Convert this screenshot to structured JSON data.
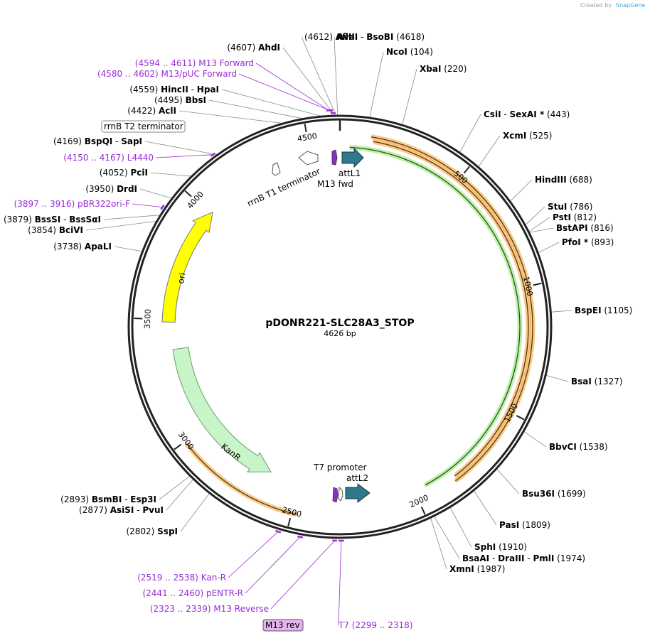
{
  "credit": {
    "text": "Created by",
    "brand": "SnapGene"
  },
  "plasmid": {
    "name": "pDONR221-SLC28A3_STOP",
    "size_label": "4626 bp",
    "length": 4626
  },
  "colors": {
    "primer": "#9a2bd6",
    "ori": "#ffff00",
    "kanr": "#c8f5c8",
    "att": "#2e7a8c",
    "m13": "#8b2fc9",
    "orange": "#f0a030",
    "green": "#8ee068"
  },
  "ticks": [
    {
      "pos": 500,
      "label": "500"
    },
    {
      "pos": 1000,
      "label": "1000"
    },
    {
      "pos": 1500,
      "label": "1500"
    },
    {
      "pos": 2000,
      "label": "2000"
    },
    {
      "pos": 2500,
      "label": "2500"
    },
    {
      "pos": 3000,
      "label": "3000"
    },
    {
      "pos": 3500,
      "label": "3500"
    },
    {
      "pos": 4000,
      "label": "4000"
    },
    {
      "pos": 4500,
      "label": "4500"
    }
  ],
  "enzymes": [
    {
      "pos": 4618,
      "parts": [
        {
          "t": "AvaI",
          "b": true
        },
        {
          "t": "  -  ",
          "b": false
        },
        {
          "t": "BsoBI",
          "b": true
        },
        {
          "t": "   (4618)",
          "b": false
        }
      ]
    },
    {
      "pos": 104,
      "parts": [
        {
          "t": "NcoI",
          "b": true
        },
        {
          "t": "   (104)",
          "b": false
        }
      ]
    },
    {
      "pos": 220,
      "parts": [
        {
          "t": "XbaI",
          "b": true
        },
        {
          "t": "   (220)",
          "b": false
        }
      ]
    },
    {
      "pos": 443,
      "parts": [
        {
          "t": "CsiI",
          "b": true
        },
        {
          "t": "  -  ",
          "b": false
        },
        {
          "t": "SexAI *",
          "b": true
        },
        {
          "t": "   (443)",
          "b": false
        }
      ]
    },
    {
      "pos": 525,
      "parts": [
        {
          "t": "XcmI",
          "b": true
        },
        {
          "t": "   (525)",
          "b": false
        }
      ]
    },
    {
      "pos": 688,
      "parts": [
        {
          "t": "HindIII",
          "b": true
        },
        {
          "t": "   (688)",
          "b": false
        }
      ]
    },
    {
      "pos": 786,
      "parts": [
        {
          "t": "StuI",
          "b": true
        },
        {
          "t": "   (786)",
          "b": false
        }
      ]
    },
    {
      "pos": 812,
      "parts": [
        {
          "t": "PstI",
          "b": true
        },
        {
          "t": "   (812)",
          "b": false
        }
      ]
    },
    {
      "pos": 816,
      "parts": [
        {
          "t": "BstAPI",
          "b": true
        },
        {
          "t": "   (816)",
          "b": false
        }
      ]
    },
    {
      "pos": 893,
      "parts": [
        {
          "t": "PfoI *",
          "b": true
        },
        {
          "t": "   (893)",
          "b": false
        }
      ]
    },
    {
      "pos": 1105,
      "parts": [
        {
          "t": "BspEI",
          "b": true
        },
        {
          "t": "   (1105)",
          "b": false
        }
      ]
    },
    {
      "pos": 1327,
      "parts": [
        {
          "t": "BsaI",
          "b": true
        },
        {
          "t": "   (1327)",
          "b": false
        }
      ]
    },
    {
      "pos": 1538,
      "parts": [
        {
          "t": "BbvCI",
          "b": true
        },
        {
          "t": "   (1538)",
          "b": false
        }
      ]
    },
    {
      "pos": 1699,
      "parts": [
        {
          "t": "Bsu36I",
          "b": true
        },
        {
          "t": "   (1699)",
          "b": false
        }
      ]
    },
    {
      "pos": 1809,
      "parts": [
        {
          "t": "PasI",
          "b": true
        },
        {
          "t": "   (1809)",
          "b": false
        }
      ]
    },
    {
      "pos": 1910,
      "parts": [
        {
          "t": "SphI",
          "b": true
        },
        {
          "t": "   (1910)",
          "b": false
        }
      ]
    },
    {
      "pos": 1974,
      "parts": [
        {
          "t": "BsaAI",
          "b": true
        },
        {
          "t": "  -  ",
          "b": false
        },
        {
          "t": "DraIII",
          "b": true
        },
        {
          "t": "  -  ",
          "b": false
        },
        {
          "t": "PmlI",
          "b": true
        },
        {
          "t": "   (1974)",
          "b": false
        }
      ]
    },
    {
      "pos": 1987,
      "parts": [
        {
          "t": "XmnI",
          "b": true
        },
        {
          "t": "   (1987)",
          "b": false
        }
      ]
    },
    {
      "pos": 2802,
      "parts": [
        {
          "t": "(2802)   ",
          "b": false
        },
        {
          "t": "SspI",
          "b": true
        }
      ]
    },
    {
      "pos": 2877,
      "parts": [
        {
          "t": "(2877)   ",
          "b": false
        },
        {
          "t": "AsiSI",
          "b": true
        },
        {
          "t": "  -  ",
          "b": false
        },
        {
          "t": "PvuI",
          "b": true
        }
      ]
    },
    {
      "pos": 2893,
      "parts": [
        {
          "t": "(2893)   ",
          "b": false
        },
        {
          "t": "BsmBI",
          "b": true
        },
        {
          "t": "  -  ",
          "b": false
        },
        {
          "t": "Esp3I",
          "b": true
        }
      ]
    },
    {
      "pos": 3738,
      "parts": [
        {
          "t": "(3738)   ",
          "b": false
        },
        {
          "t": "ApaLI",
          "b": true
        }
      ]
    },
    {
      "pos": 3854,
      "parts": [
        {
          "t": "(3854)   ",
          "b": false
        },
        {
          "t": "BciVI",
          "b": true
        }
      ]
    },
    {
      "pos": 3879,
      "parts": [
        {
          "t": "(3879)   ",
          "b": false
        },
        {
          "t": "BssSI",
          "b": true
        },
        {
          "t": "  -  ",
          "b": false
        },
        {
          "t": "BssSαI",
          "b": true
        }
      ]
    },
    {
      "pos": 3950,
      "parts": [
        {
          "t": "(3950)   ",
          "b": false
        },
        {
          "t": "DrdI",
          "b": true
        }
      ]
    },
    {
      "pos": 4052,
      "parts": [
        {
          "t": "(4052)   ",
          "b": false
        },
        {
          "t": "PciI",
          "b": true
        }
      ]
    },
    {
      "pos": 4169,
      "parts": [
        {
          "t": "(4169)   ",
          "b": false
        },
        {
          "t": "BspQI",
          "b": true
        },
        {
          "t": "  -  ",
          "b": false
        },
        {
          "t": "SapI",
          "b": true
        }
      ]
    },
    {
      "pos": 4422,
      "parts": [
        {
          "t": "(4422)   ",
          "b": false
        },
        {
          "t": "AclI",
          "b": true
        }
      ]
    },
    {
      "pos": 4495,
      "parts": [
        {
          "t": "(4495)   ",
          "b": false
        },
        {
          "t": "BbsI",
          "b": true
        }
      ]
    },
    {
      "pos": 4559,
      "parts": [
        {
          "t": "(4559)   ",
          "b": false
        },
        {
          "t": "HincII",
          "b": true
        },
        {
          "t": "  -  ",
          "b": false
        },
        {
          "t": "HpaI",
          "b": true
        }
      ]
    },
    {
      "pos": 4607,
      "parts": [
        {
          "t": "(4607)   ",
          "b": false
        },
        {
          "t": "AhdI",
          "b": true
        }
      ]
    },
    {
      "pos": 4612,
      "parts": [
        {
          "t": "(4612)   ",
          "b": false
        },
        {
          "t": "AflII",
          "b": true
        }
      ]
    }
  ],
  "primers": [
    {
      "start": 4594,
      "end": 4611,
      "text": "(4594 .. 4611)   M13 Forward"
    },
    {
      "start": 4580,
      "end": 4602,
      "text": "(4580 .. 4602)   M13/pUC Forward"
    },
    {
      "start": 4150,
      "end": 4167,
      "text": "(4150 .. 4167)   L4440"
    },
    {
      "start": 3897,
      "end": 3916,
      "text": "(3897 .. 3916)   pBR322ori-F"
    },
    {
      "start": 2519,
      "end": 2538,
      "text": "(2519 .. 2538)   Kan-R"
    },
    {
      "start": 2441,
      "end": 2460,
      "text": "(2441 .. 2460)   pENTR-R"
    },
    {
      "start": 2323,
      "end": 2339,
      "text": "(2323 .. 2339)   M13 Reverse"
    },
    {
      "start": 2299,
      "end": 2318,
      "text": "T7    (2299 .. 2318)"
    }
  ],
  "features": {
    "rrnb_t2": "rrnB T2 terminator",
    "rrnb_t1": "rrnB T1 terminator",
    "attl1": "attL1",
    "m13_fwd": "M13 fwd",
    "t7_promoter": "T7 promoter",
    "attl2": "attL2",
    "m13_rev": "M13 rev",
    "ori": "ori",
    "kanr": "KanR"
  }
}
